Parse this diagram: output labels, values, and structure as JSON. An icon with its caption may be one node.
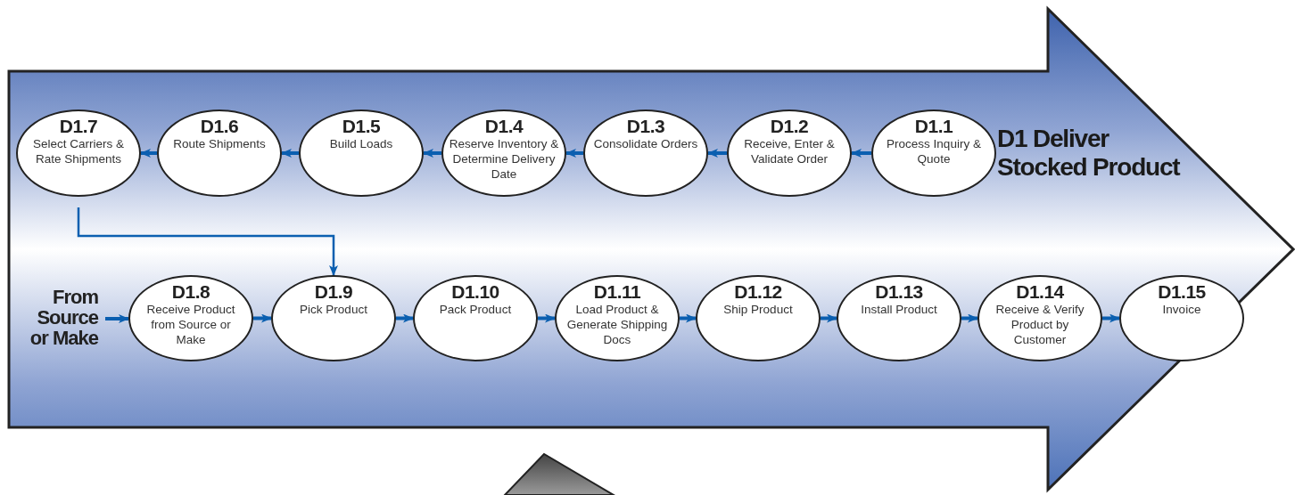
{
  "diagram": {
    "title": "D1 Deliver Stocked Product",
    "nodes": [
      {
        "text": [
          "D1.1",
          "Process Inquiry & Quote"
        ]
      },
      {
        "text": [
          "D1.2",
          "Receive, Enter & Validate Order"
        ]
      },
      {
        "text": [
          "D1.3",
          "Consolidate Orders"
        ]
      },
      {
        "text": [
          "D1.4",
          "Reserve Inventory & Determine Delivery Date"
        ]
      },
      {
        "text": [
          "D1.5",
          "Build Loads"
        ]
      },
      {
        "text": [
          "D1.6",
          "Route Shipments"
        ]
      },
      {
        "text": [
          "D1.7",
          "Select Carriers & Rate Shipments"
        ]
      },
      {
        "text": [
          "D1.8",
          "Receive Product from Source or Make"
        ]
      },
      {
        "text": [
          "D1.9",
          "Pick Product"
        ]
      },
      {
        "text": [
          "D1.10",
          "Pack Product"
        ]
      },
      {
        "text": [
          "D1.11",
          "Load Product & Generate Shipping Docs"
        ]
      },
      {
        "text": [
          "D1.12",
          "Ship Product"
        ]
      },
      {
        "text": [
          "D1.13",
          "Install Product"
        ]
      },
      {
        "text": [
          "D1.14",
          "Receive & Verify Product by Customer"
        ]
      },
      {
        "text": [
          "D1.15",
          "Invoice"
        ]
      },
      {
        "text": [
          "From Source or Make"
        ]
      }
    ],
    "edges": [
      {
        "from": 0,
        "to": 1,
        "arrow": "to"
      },
      {
        "from": 1,
        "to": 2,
        "arrow": "to"
      },
      {
        "from": 2,
        "to": 3,
        "arrow": "to"
      },
      {
        "from": 3,
        "to": 4,
        "arrow": "to"
      },
      {
        "from": 4,
        "to": 5,
        "arrow": "to"
      },
      {
        "from": 5,
        "to": 6,
        "arrow": "to"
      },
      {
        "from": 6,
        "to": 8,
        "arrow": "to"
      },
      {
        "from": 15,
        "to": 7,
        "arrow": "to"
      },
      {
        "from": 7,
        "to": 8,
        "arrow": "to"
      },
      {
        "from": 8,
        "to": 9,
        "arrow": "to"
      },
      {
        "from": 9,
        "to": 10,
        "arrow": "to"
      },
      {
        "from": 10,
        "to": 11,
        "arrow": "to"
      },
      {
        "from": 11,
        "to": 12,
        "arrow": "to"
      },
      {
        "from": 12,
        "to": 13,
        "arrow": "to"
      },
      {
        "from": 13,
        "to": 14,
        "arrow": "to"
      }
    ]
  }
}
